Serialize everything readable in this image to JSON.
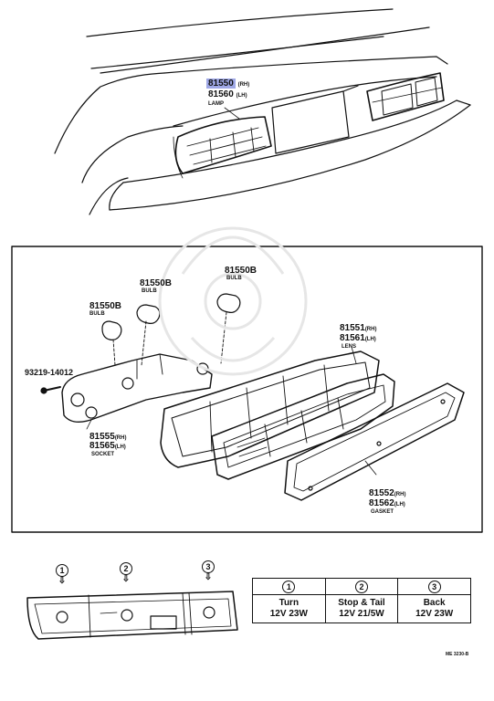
{
  "car_view": {
    "lamp_rh_part": "81550",
    "lamp_rh_side": "(RH)",
    "lamp_lh_part": "81560",
    "lamp_lh_side": "(LH)",
    "lamp_label": "LAMP"
  },
  "exploded_view": {
    "bulb_a_part": "81550B",
    "bulb_a_label": "BULB",
    "bulb_b_part": "81550B",
    "bulb_b_label": "BULB",
    "bulb_c_part": "81550B",
    "bulb_c_label": "BULB",
    "screw_part": "93219-14012",
    "socket_rh_part": "81555",
    "socket_rh_side": "(RH)",
    "socket_lh_part": "81565",
    "socket_lh_side": "(LH)",
    "socket_label": "SOCKET",
    "lens_rh_part": "81551",
    "lens_rh_side": "(RH)",
    "lens_lh_part": "81561",
    "lens_lh_side": "(LH)",
    "lens_label": "LENS",
    "gasket_rh_part": "81552",
    "gasket_rh_side": "(RH)",
    "gasket_lh_part": "81562",
    "gasket_lh_side": "(LH)",
    "gasket_label": "GASKET"
  },
  "position_markers": [
    "1",
    "2",
    "3"
  ],
  "bulb_table": {
    "headers": [
      "1",
      "2",
      "3"
    ],
    "rows": [
      {
        "function": "Turn",
        "spec": "12V 23W"
      },
      {
        "function": "Stop & Tail",
        "spec": "12V 21/5W"
      },
      {
        "function": "Back",
        "spec": "12V 23W"
      }
    ]
  },
  "drawing_code": "ME 3230-B"
}
